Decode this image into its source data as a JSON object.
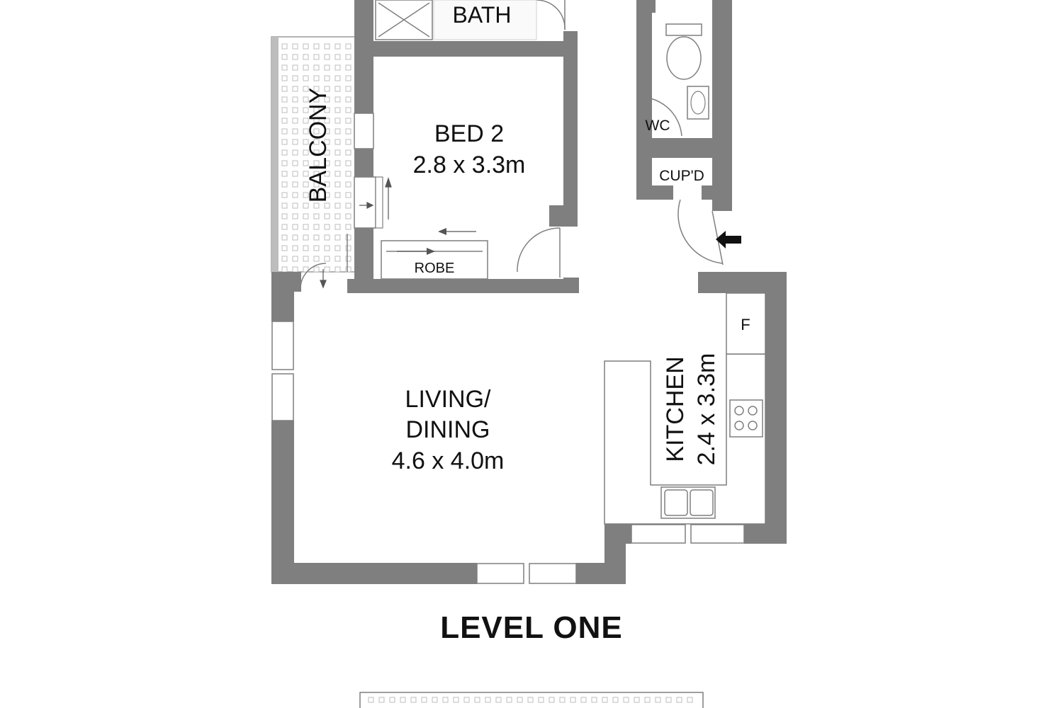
{
  "floor_plan": {
    "level_title": "LEVEL ONE",
    "rooms": {
      "bath": {
        "label": "BATH"
      },
      "balcony": {
        "label": "BALCONY"
      },
      "bed2": {
        "label": "BED 2",
        "size": "2.8 x 3.3m"
      },
      "robe": {
        "label": "ROBE"
      },
      "wc": {
        "label": "WC"
      },
      "cupboard": {
        "label": "CUP'D"
      },
      "fridge": {
        "label": "F"
      },
      "kitchen": {
        "label": "KITCHEN",
        "size": "2.4 x 3.3m"
      },
      "living": {
        "label_line1": "LIVING/",
        "label_line2": "DINING",
        "size": "4.6 x 4.0m"
      }
    },
    "icons": [
      "entry-arrow-icon",
      "toilet-icon",
      "basin-icon",
      "shower-icon",
      "cooktop-icon",
      "sink-icon"
    ],
    "colors": {
      "wall": "#7f7f7f",
      "text": "#111111",
      "background": "#ffffff"
    }
  }
}
